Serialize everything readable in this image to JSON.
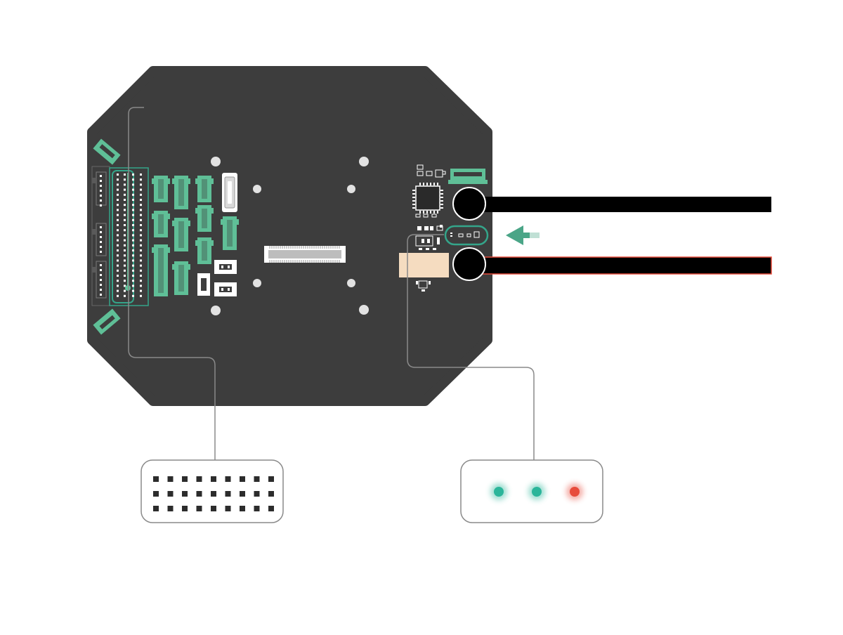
{
  "board": {
    "color": "#3d3d3d",
    "connector_color": "#5fbf97",
    "highlight_color": "#34a58a",
    "silkscreen_color": "#ffffff",
    "power_block_color": "#f5dcc0"
  },
  "cables": {
    "top_wire_color": "#000000",
    "bottom_wire_color": "#000000",
    "bottom_wire_outline_color": "#e74c3c"
  },
  "callouts": {
    "line_color": "#8a8a8a",
    "box_border_color": "#8a8a8a",
    "pin_header": {
      "rows": 3,
      "cols": 9,
      "dot_color": "#2c2c2c"
    },
    "leds": [
      {
        "name": "led-green-1",
        "color": "#2bb59a"
      },
      {
        "name": "led-green-2",
        "color": "#2bb59a"
      },
      {
        "name": "led-red",
        "color": "#e74c3c"
      }
    ]
  },
  "arrow": {
    "direction": "left",
    "color": "#4aa587"
  },
  "icons": {
    "arrow": "arrow-left-icon"
  }
}
